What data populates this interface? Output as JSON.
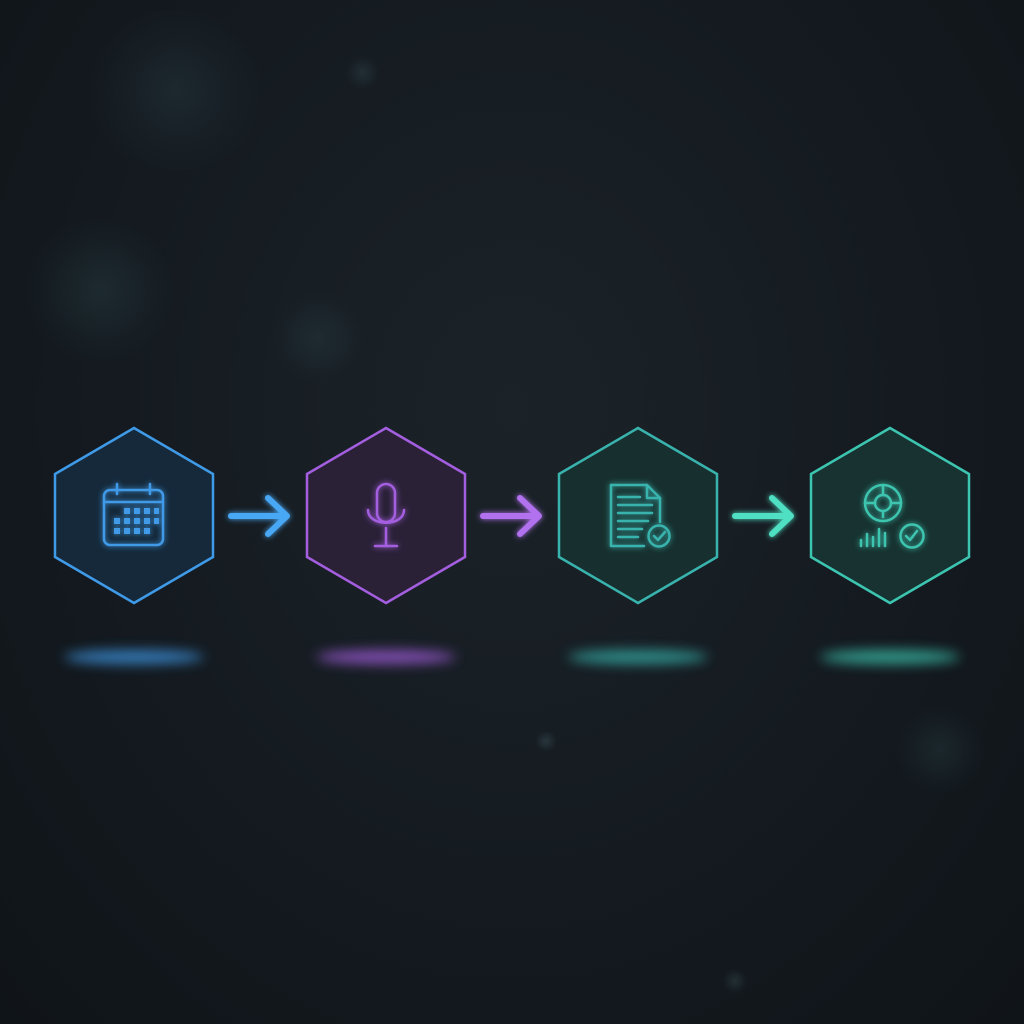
{
  "diagram": {
    "type": "process-flow",
    "steps": [
      {
        "id": "schedule",
        "icon": "calendar-icon",
        "color": "#3f9ae8",
        "fill": "#15293a"
      },
      {
        "id": "record",
        "icon": "microphone-icon",
        "color": "#a45ee0",
        "fill": "#2a2137"
      },
      {
        "id": "transcribe",
        "icon": "document-check-icon",
        "color": "#39b3ad",
        "fill": "#17302f"
      },
      {
        "id": "analyze",
        "icon": "target-chart-check-icon",
        "color": "#3cc5b0",
        "fill": "#173230"
      }
    ],
    "connectors": [
      {
        "from": "schedule",
        "to": "record",
        "icon": "arrow-right-icon",
        "color": "#4aa8f5"
      },
      {
        "from": "record",
        "to": "transcribe",
        "icon": "arrow-right-icon",
        "color": "#b271ee"
      },
      {
        "from": "transcribe",
        "to": "analyze",
        "icon": "arrow-right-icon",
        "color": "#4fe0c4"
      }
    ],
    "background": "#141a20"
  }
}
